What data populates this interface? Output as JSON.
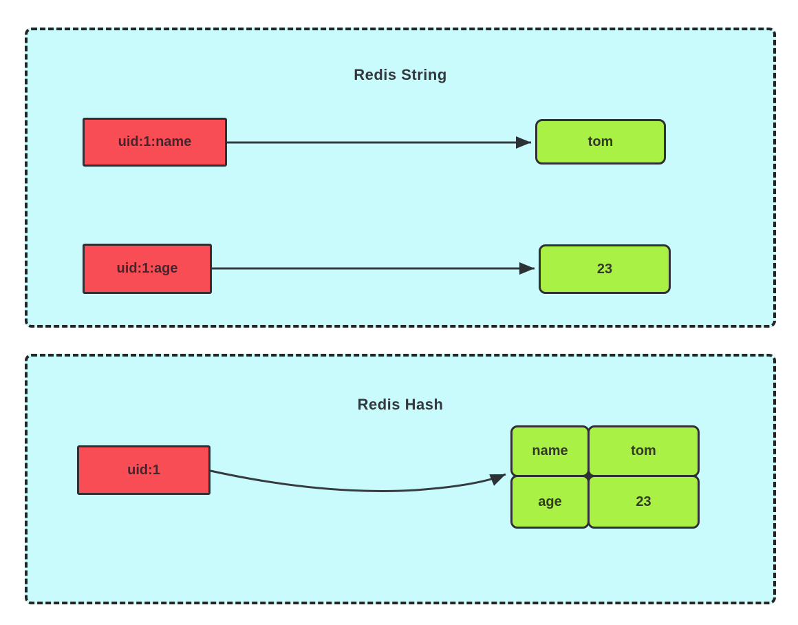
{
  "diagram": {
    "panels": [
      {
        "title": "Redis String",
        "rows": [
          {
            "key": "uid:1:name",
            "value": "tom"
          },
          {
            "key": "uid:1:age",
            "value": "23"
          }
        ]
      },
      {
        "title": "Redis Hash",
        "key": "uid:1",
        "fields": [
          {
            "name": "name",
            "value": "tom"
          },
          {
            "name": "age",
            "value": "23"
          }
        ]
      }
    ],
    "colors": {
      "panel_background": "#c9fbfc",
      "panel_border": "#242424",
      "key_box_fill": "#f84d55",
      "value_box_fill": "#a9f144",
      "box_border": "#2f2f36",
      "arrow": "#363b42",
      "title_text": "#33383f"
    }
  }
}
